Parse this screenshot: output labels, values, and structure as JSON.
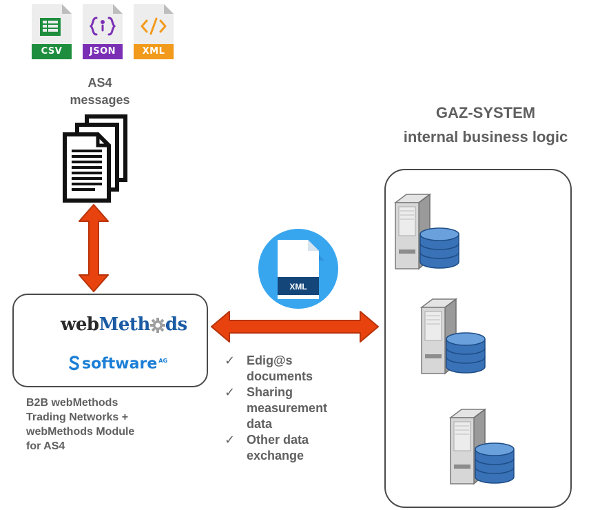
{
  "file_types": [
    {
      "label": "CSV",
      "color": "#1e8e3e",
      "icon": "table-icon"
    },
    {
      "label": "JSON",
      "color": "#7b2fb5",
      "icon": "braces-icon"
    },
    {
      "label": "XML",
      "color": "#f29a1b",
      "icon": "code-icon"
    }
  ],
  "as4_label_line1": "AS4",
  "as4_label_line2": "messages",
  "right_title_line1": "GAZ-SYSTEM",
  "right_title_line2": "internal business logic",
  "xml_badge": "XML",
  "logos": {
    "webmethods_part1": "web",
    "webmethods_part2": "Meth",
    "webmethods_part3": "ds",
    "software": "software",
    "software_ag": "AG"
  },
  "b2b_label": [
    "B2B webMethods",
    "Trading Networks +",
    "webMethods Module",
    "for AS4"
  ],
  "checklist": [
    {
      "check": "✓",
      "lines": [
        "Edig@s",
        "documents"
      ]
    },
    {
      "check": "✓",
      "lines": [
        "Sharing",
        "measurement",
        "data"
      ]
    },
    {
      "check": "✓",
      "lines": [
        "Other data",
        "exchange"
      ]
    }
  ],
  "colors": {
    "arrow": "#e8430f",
    "arrow_stroke": "#b8330a",
    "panel_border": "#4a4a4a",
    "label_text": "#5f5f5f",
    "xml_circle": "#38a6ef"
  }
}
